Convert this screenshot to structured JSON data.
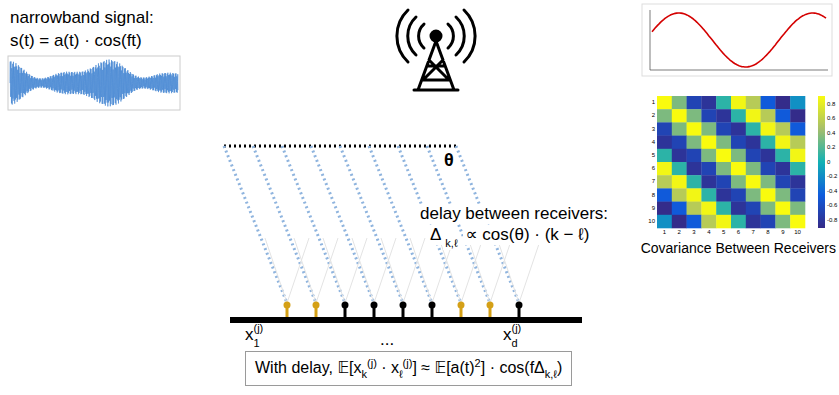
{
  "diagram": {
    "nodes": [
      {
        "text": [
          "With delay, ",
          "𝔼[x",
          "k",
          "(j)",
          " · x",
          "ℓ",
          "(j)",
          "] ≈ 𝔼[a(t)",
          "2",
          "] · cos(fΔ",
          "k,ℓ",
          ")"
        ]
      }
    ],
    "labels": [
      "narrowband signal:",
      "s(t) = a(t) · cos(ft)",
      "θ",
      "delay between receivers:",
      "Δ",
      "k,ℓ",
      "∝ cos(θ) · (k − ℓ)",
      "x",
      "(j)",
      "1",
      "...",
      "x",
      "(j)",
      "d",
      "Covariance Between Receivers",
      "1",
      "2",
      "3",
      "4",
      "5",
      "6",
      "7",
      "8",
      "9",
      "10",
      "1",
      "2",
      "3",
      "4",
      "5",
      "6",
      "7",
      "8",
      "9",
      "10",
      "0.8",
      "0.6",
      "0.4",
      "0.2",
      "0",
      "-0.2",
      "-0.4",
      "-0.6",
      "-0.8"
    ]
  }
}
